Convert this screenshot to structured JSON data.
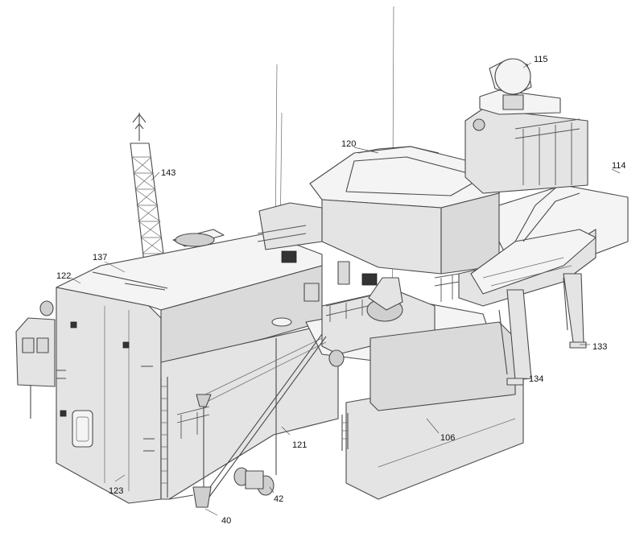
{
  "callouts": {
    "c115": "115",
    "c114": "114",
    "c120": "120",
    "c143": "143",
    "c137": "137",
    "c122": "122",
    "c133": "133",
    "c134": "134",
    "c106": "106",
    "c121": "121",
    "c123": "123",
    "c42": "42",
    "c40": "40"
  }
}
